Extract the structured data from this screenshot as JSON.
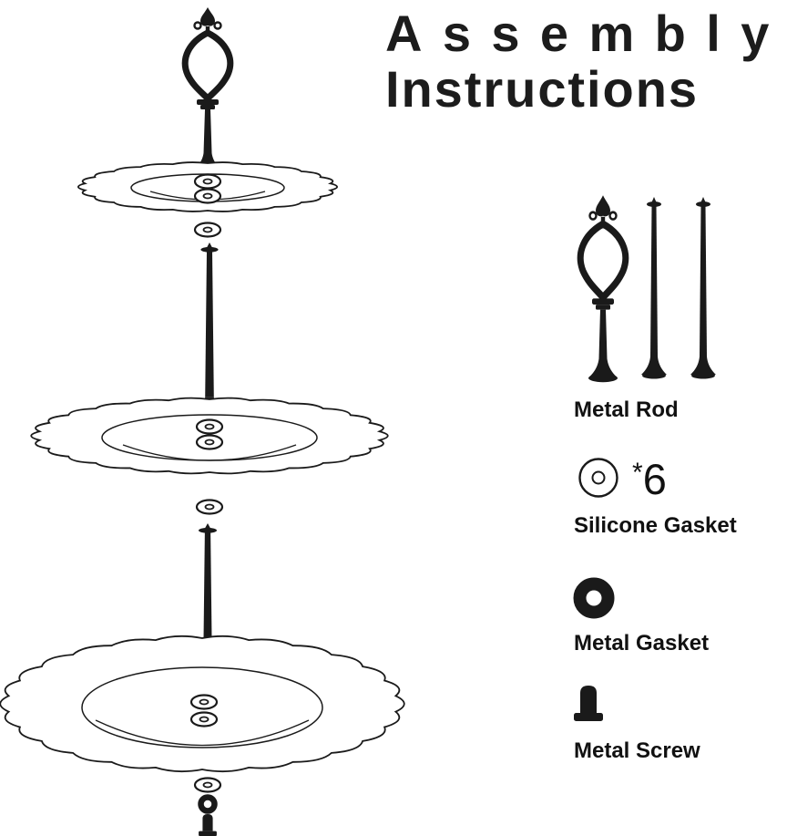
{
  "title": {
    "line1": "Assembly",
    "line2": "Instructions"
  },
  "legend": {
    "metal_rod": "Metal Rod",
    "qty_star": "*",
    "qty_value": "6",
    "silicone_gasket": "Silicone Gasket",
    "metal_gasket": "Metal Gasket",
    "metal_screw": "Metal Screw"
  },
  "colors": {
    "ink": "#1a1a1a",
    "background": "#ffffff"
  }
}
